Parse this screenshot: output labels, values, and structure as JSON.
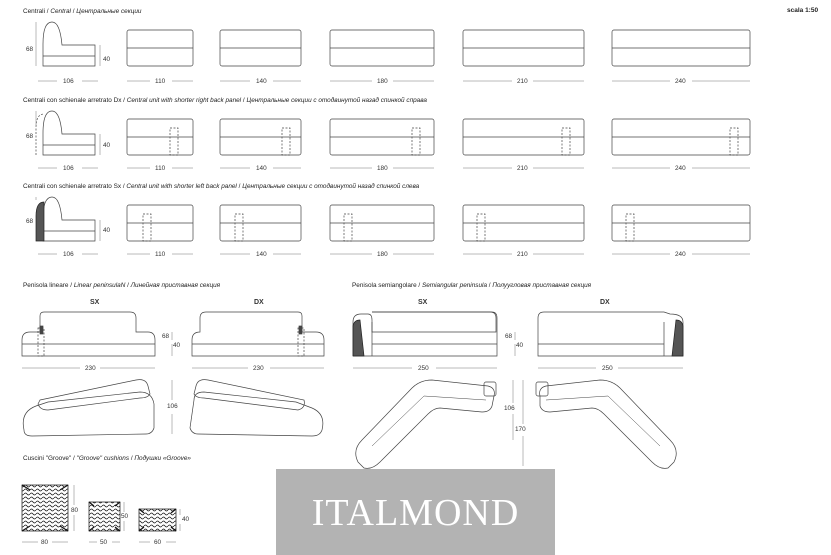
{
  "scale": "scala 1:50",
  "sections": {
    "s1": {
      "it": "Centrali",
      "en": "Central",
      "ru": "Центральные секции"
    },
    "s2": {
      "it": "Centrali con schienale arretrato Dx",
      "en": "Central unit with shorter right back panel",
      "ru": "Центральные секции с отодвинутой назад спинкой справа"
    },
    "s3": {
      "it": "Centrali con schienale arretrato Sx",
      "en": "Central unit with shorter left back panel",
      "ru": "Центральные секции с отодвинутой назад спинкой слева"
    },
    "s4": {
      "it": "Penisola lineare",
      "en": "Linear peninsulaN",
      "ru": "Линейная приставная секция"
    },
    "s5": {
      "it": "Penisola semiangolare",
      "en": "Semiangular peninsula",
      "ru": "Полуугловая приставная секция"
    },
    "s6": {
      "it": "Cuscini \"Groove\"",
      "en": "\"Groove\" cushions",
      "ru": "Подушки «Groove»"
    }
  },
  "central_widths": [
    "106",
    "110",
    "140",
    "180",
    "210",
    "240"
  ],
  "side_height": "68",
  "seat_height": "40",
  "sx": "SX",
  "dx": "DX",
  "linear_width": "230",
  "linear_depth": "106",
  "semi_width": "250",
  "semi_depth_a": "106",
  "semi_depth_b": "170",
  "cushions": [
    {
      "w": "80",
      "h": "80"
    },
    {
      "w": "50",
      "h": "50"
    },
    {
      "w": "60",
      "h": "40"
    }
  ],
  "watermark": "ITALMOND"
}
